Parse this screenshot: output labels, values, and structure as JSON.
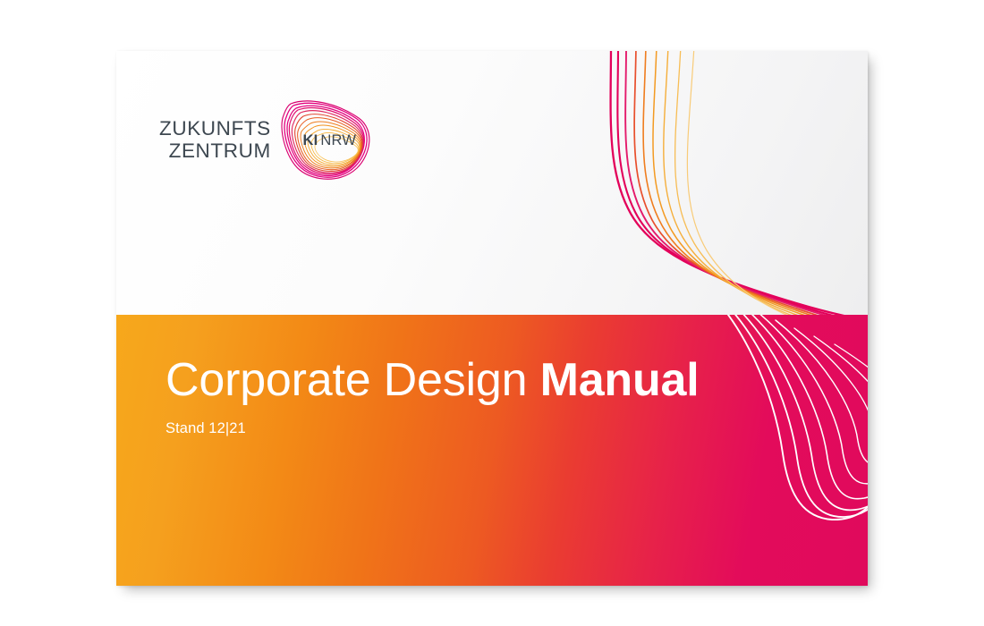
{
  "document": {
    "type": "cover-page",
    "background_color": "#ffffff"
  },
  "logo": {
    "wordmark_line1": "ZUKUNFTS",
    "wordmark_line2": "ZENTRUM",
    "wordmark_color": "#3d4750",
    "mark_label_bold": "KI",
    "mark_label_regular": "NRW",
    "mark_shape": "rounded-triangle-line-swarm",
    "mark_gradient_from": "#e3007e",
    "mark_gradient_to": "#f6a81c"
  },
  "cover": {
    "title_light": "Corporate Design ",
    "title_bold": "Manual",
    "subtitle": "Stand 12|21",
    "title_color": "#ffffff"
  },
  "bands": {
    "upper_label": "white-field",
    "lower_label": "gradient-field",
    "gradient_start": "#f7a81b",
    "gradient_mid": "#ed5a22",
    "gradient_end": "#e00a5c"
  },
  "graphic": {
    "name": "flowing-line-swoosh",
    "line_count_upper": 9,
    "line_count_lower": 9,
    "upper_colors": [
      "#e3005a",
      "#e3005a",
      "#e4186a",
      "#e8502a",
      "#ef7d1f",
      "#f39a22",
      "#f5ae3a",
      "#f7bd55",
      "#f8cb78"
    ],
    "lower_color": "#ffffff"
  }
}
